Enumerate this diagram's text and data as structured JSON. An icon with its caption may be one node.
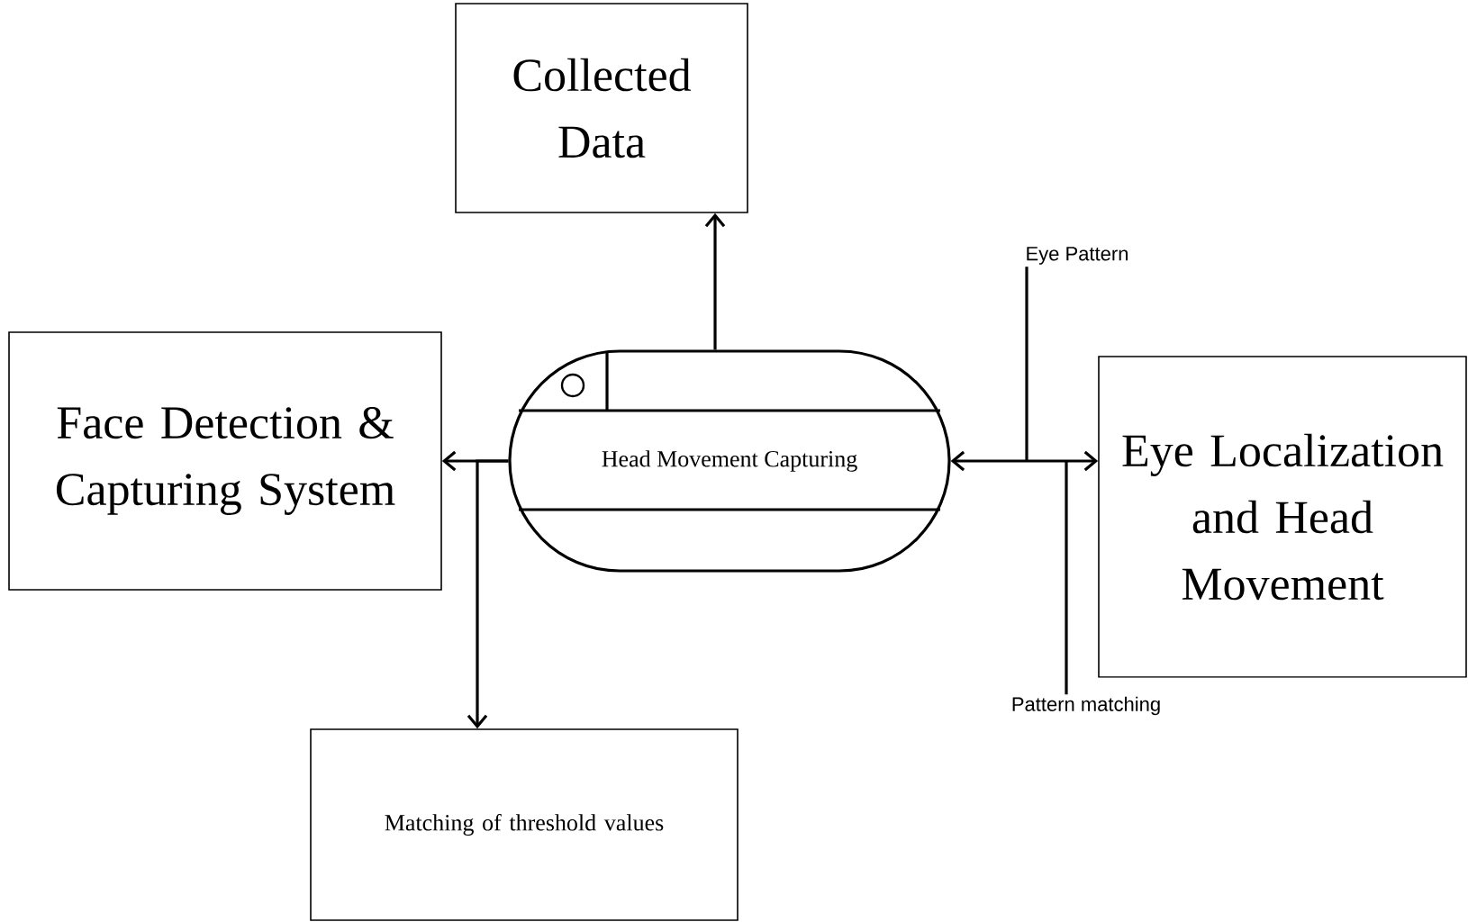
{
  "diagram": {
    "nodes": [
      {
        "text": [
          "Collected Data"
        ]
      },
      {
        "text": [
          "Face Detection & Capturing System"
        ]
      },
      {
        "text": [
          "Head Movement Capturing"
        ]
      },
      {
        "text": [
          "Eye Localization and Head Movement"
        ]
      },
      {
        "text": [
          "Matching of threshold values"
        ]
      },
      {
        "text": [
          "Eye Pattern"
        ]
      },
      {
        "text": [
          "Pattern matching"
        ]
      }
    ],
    "edges": [
      {
        "from": 2,
        "to": 0,
        "arrow": "to"
      },
      {
        "from": 2,
        "to": 1,
        "arrow": "to"
      },
      {
        "from": 2,
        "to": 4,
        "arrow": "to"
      },
      {
        "from": 2,
        "to": 3,
        "arrow": "both"
      },
      {
        "from": 5,
        "to": 3,
        "arrow": "to"
      },
      {
        "from": 6,
        "to": 3,
        "arrow": "to"
      }
    ]
  }
}
